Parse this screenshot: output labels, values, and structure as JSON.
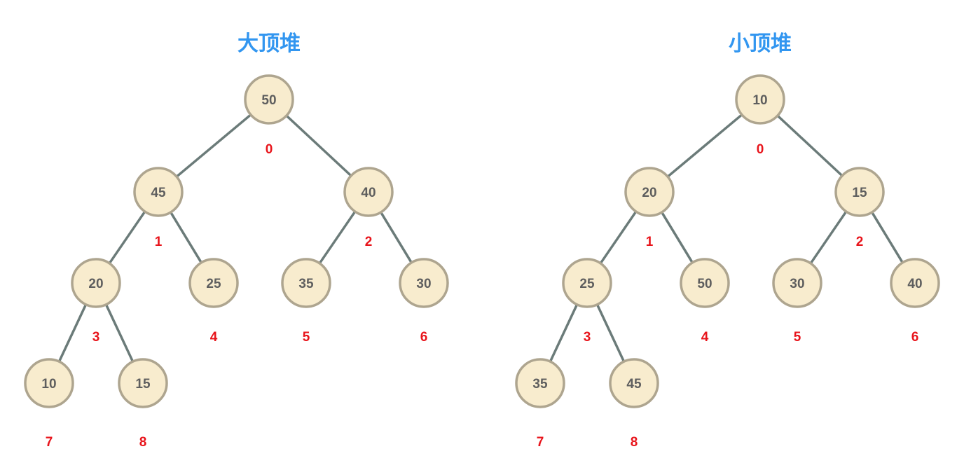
{
  "trees": [
    {
      "title": "大顶堆",
      "nodes": [
        {
          "value": "50",
          "index": "0"
        },
        {
          "value": "45",
          "index": "1"
        },
        {
          "value": "40",
          "index": "2"
        },
        {
          "value": "20",
          "index": "3"
        },
        {
          "value": "25",
          "index": "4"
        },
        {
          "value": "35",
          "index": "5"
        },
        {
          "value": "30",
          "index": "6"
        },
        {
          "value": "10",
          "index": "7"
        },
        {
          "value": "15",
          "index": "8"
        }
      ]
    },
    {
      "title": "小顶堆",
      "nodes": [
        {
          "value": "10",
          "index": "0"
        },
        {
          "value": "20",
          "index": "1"
        },
        {
          "value": "15",
          "index": "2"
        },
        {
          "value": "25",
          "index": "3"
        },
        {
          "value": "50",
          "index": "4"
        },
        {
          "value": "30",
          "index": "5"
        },
        {
          "value": "40",
          "index": "6"
        },
        {
          "value": "35",
          "index": "7"
        },
        {
          "value": "45",
          "index": "8"
        }
      ]
    }
  ]
}
